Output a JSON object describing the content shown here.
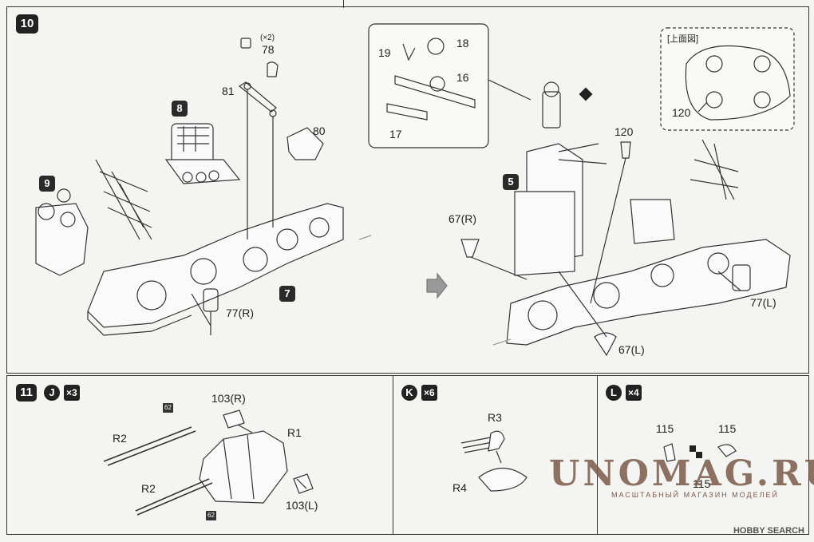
{
  "step10": {
    "badge": "10",
    "sub_badges": [
      "9",
      "8",
      "7",
      "5"
    ],
    "labels": {
      "x2": "(×2)",
      "p78": "78",
      "p81": "81",
      "p80": "80",
      "p77r": "77(R)",
      "p19": "19",
      "p18": "18",
      "p16": "16",
      "p17": "17",
      "top_view": "[上面図]",
      "p120a": "120",
      "p120b": "120",
      "p67r": "67(R)",
      "p67l": "67(L)",
      "p77l": "77(L)"
    }
  },
  "step11": {
    "badge": "11",
    "j": {
      "letter": "J",
      "mult": "×3",
      "r2a": "R2",
      "r2b": "R2",
      "r1": "R1",
      "p103r": "103(R)",
      "p103l": "103(L)",
      "tag62a": "62",
      "tag62b": "62"
    },
    "k": {
      "letter": "K",
      "mult": "×6",
      "r3": "R3",
      "r4": "R4"
    },
    "l": {
      "letter": "L",
      "mult": "×4",
      "p115a": "115",
      "p115b": "115",
      "p115c": "115"
    }
  },
  "watermark": {
    "title": "UNOMAG.RU",
    "subtitle": "МАСШТАБНЫЙ МАГАЗИН МОДЕЛЕЙ"
  },
  "footer": {
    "brand": "HOBBY SEARCH"
  }
}
